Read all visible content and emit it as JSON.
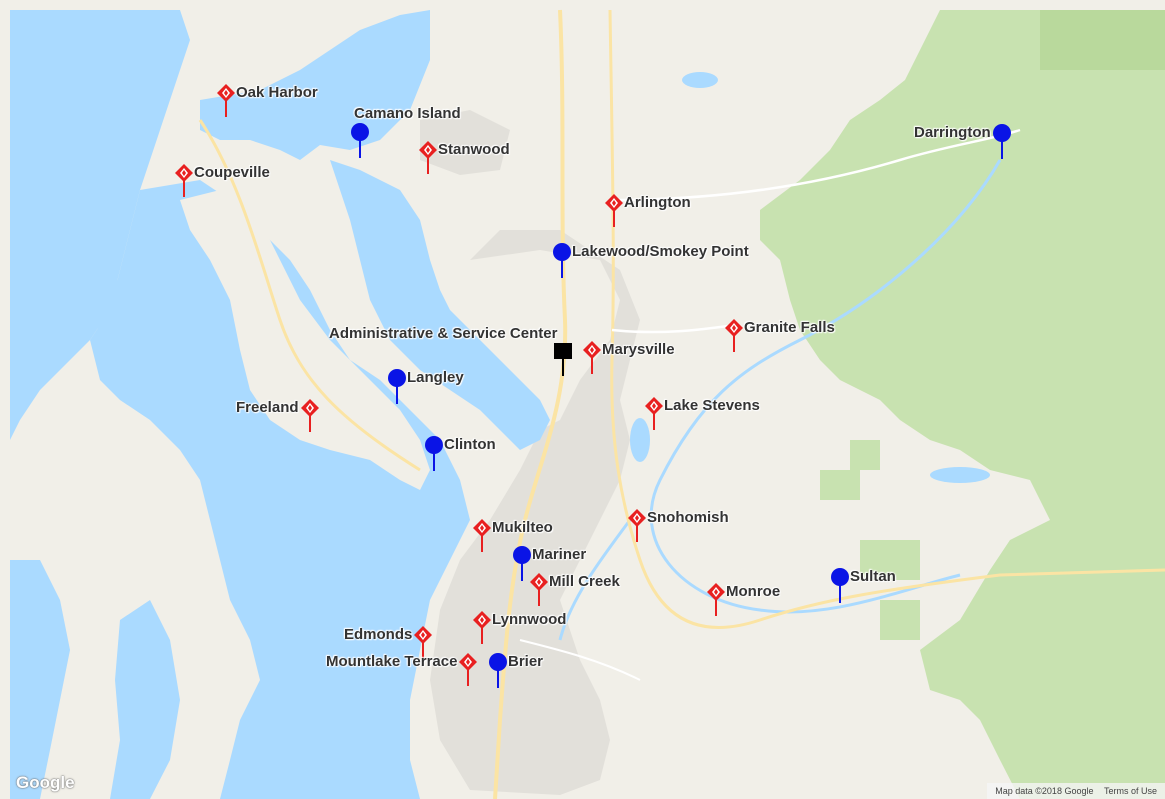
{
  "map": {
    "branding": {
      "logo": "Google"
    },
    "attribution": {
      "map_data": "Map data ©2018 Google",
      "terms": "Terms of Use"
    },
    "colors": {
      "water": "#aadaff",
      "land": "#f1efe8",
      "forest": "#c8e2b0",
      "urban": "#e2e0da",
      "road_major": "#fbe4a4",
      "road_minor": "#ffffff",
      "diamond_marker": "#e82020",
      "pin_marker": "#0a14e6",
      "hq_marker": "#000000"
    },
    "markers": [
      {
        "label": "Oak Harbor",
        "type": "diamond"
      },
      {
        "label": "Camano Island",
        "type": "pin"
      },
      {
        "label": "Stanwood",
        "type": "diamond"
      },
      {
        "label": "Coupeville",
        "type": "diamond"
      },
      {
        "label": "Darrington",
        "type": "pin"
      },
      {
        "label": "Arlington",
        "type": "diamond"
      },
      {
        "label": "Lakewood/Smokey Point",
        "type": "pin"
      },
      {
        "label": "Granite Falls",
        "type": "diamond"
      },
      {
        "label": "Administrative & Service Center",
        "type": "square"
      },
      {
        "label": "Marysville",
        "type": "diamond"
      },
      {
        "label": "Langley",
        "type": "pin"
      },
      {
        "label": "Freeland",
        "type": "diamond"
      },
      {
        "label": "Lake Stevens",
        "type": "diamond"
      },
      {
        "label": "Clinton",
        "type": "pin"
      },
      {
        "label": "Snohomish",
        "type": "diamond"
      },
      {
        "label": "Mukilteo",
        "type": "diamond"
      },
      {
        "label": "Mariner",
        "type": "pin"
      },
      {
        "label": "Mill Creek",
        "type": "diamond"
      },
      {
        "label": "Sultan",
        "type": "pin"
      },
      {
        "label": "Monroe",
        "type": "diamond"
      },
      {
        "label": "Lynnwood",
        "type": "diamond"
      },
      {
        "label": "Edmonds",
        "type": "diamond"
      },
      {
        "label": "Mountlake Terrace",
        "type": "diamond"
      },
      {
        "label": "Brier",
        "type": "pin"
      }
    ]
  }
}
